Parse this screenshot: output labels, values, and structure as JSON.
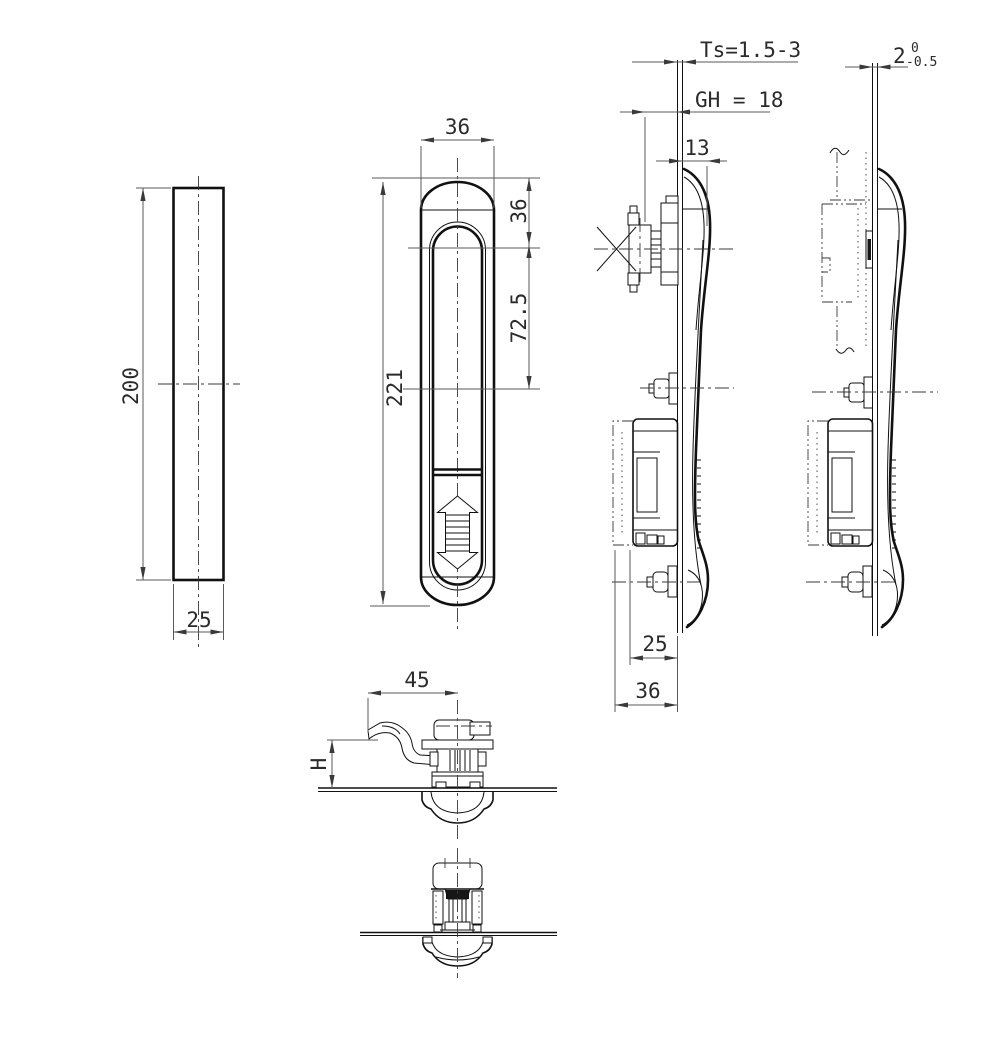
{
  "colors": {
    "line": "#111111",
    "dim": "#5a5a5a",
    "background": "#ffffff"
  },
  "views": {
    "panel_side": {
      "height": "200",
      "depth": "25"
    },
    "front": {
      "width": "36",
      "length": "221",
      "handle_top": "36",
      "grip_slot": "72.5"
    },
    "mounted_side": {
      "door_thickness": "Ts=1.5-3",
      "grip_height": "GH = 18",
      "handle_protrusion": "13",
      "body_depth": "25",
      "overall_depth": "36"
    },
    "frame_side": {
      "gap_value": "2",
      "gap_tol_upper": "0",
      "gap_tol_lower": "-0.5"
    },
    "top_lever": {
      "lever_reach": "45",
      "lever_height": "H"
    }
  }
}
